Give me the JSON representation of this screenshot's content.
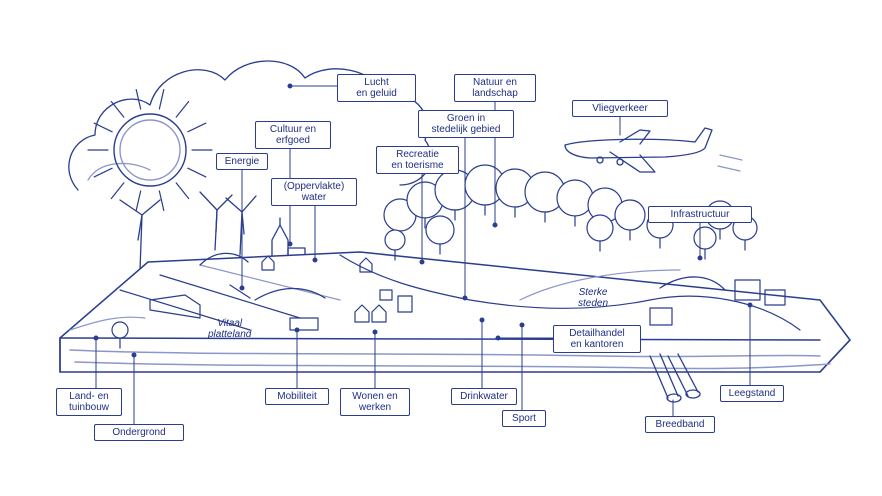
{
  "colors": {
    "ink": "#2a3d8f",
    "ink_light": "#8c97c9",
    "paper": "#ffffff"
  },
  "labels": {
    "lucht": "Lucht\nen geluid",
    "natuur": "Natuur en\nlandschap",
    "vliegverkeer": "Vliegverkeer",
    "groen": "Groen in\nstedelijk gebied",
    "cultuur": "Cultuur en\nerfgoed",
    "recreatie": "Recreatie\nen toerisme",
    "energie": "Energie",
    "water": "(Oppervlakte)\nwater",
    "infrastructuur": "Infrastructuur",
    "detailhandel": "Detailhandel\nen kantoren",
    "land": "Land- en\ntuinbouw",
    "ondergrond": "Ondergrond",
    "mobiliteit": "Mobiliteit",
    "wonen": "Wonen en\nwerken",
    "drinkwater": "Drinkwater",
    "sport": "Sport",
    "breedband": "Breedband",
    "leegstand": "Leegstand"
  },
  "inline_text": {
    "vitaal": "Vitaal\nplatteland",
    "sterke": "Sterke\nsteden"
  },
  "icons": [
    "sun-icon",
    "cloud-icon",
    "airplane-icon",
    "wind-turbine-icon",
    "church-icon",
    "tree-icon",
    "house-icon",
    "bridge-icon",
    "pipe-icon"
  ]
}
